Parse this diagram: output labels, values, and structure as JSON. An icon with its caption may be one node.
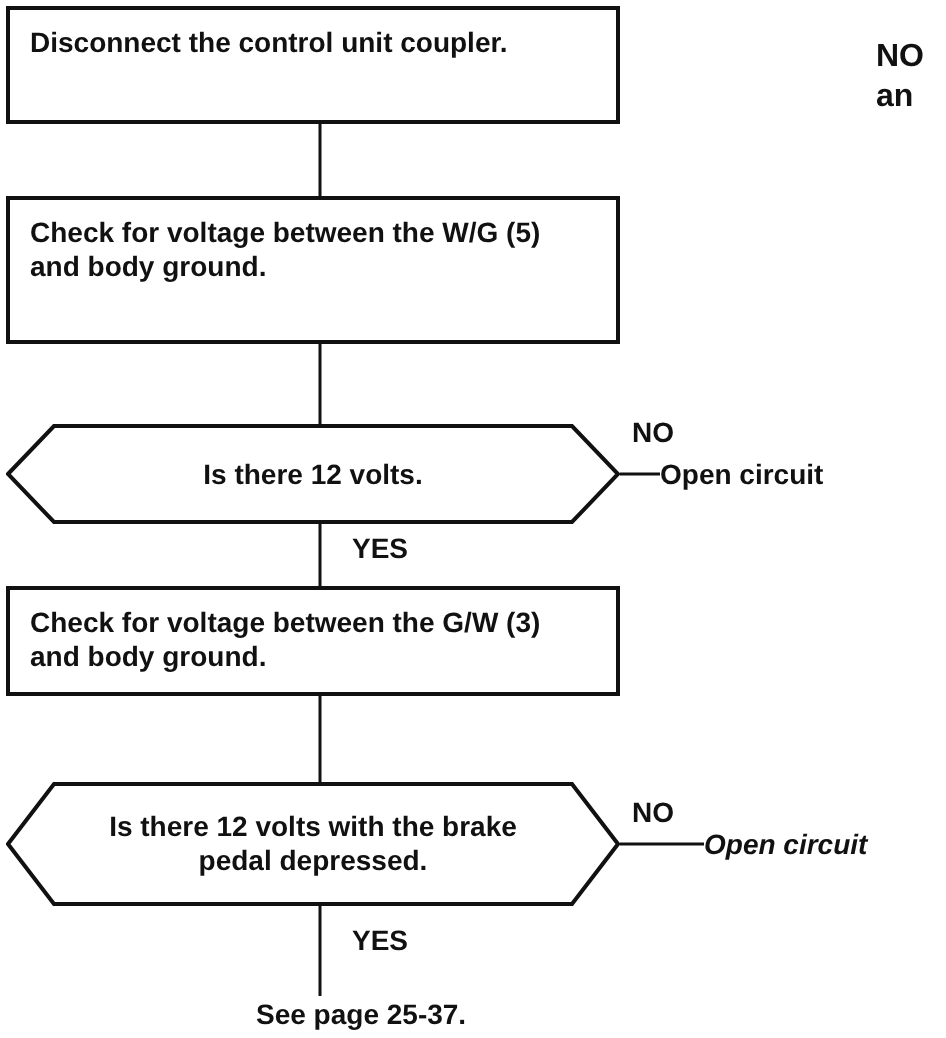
{
  "diagram": {
    "nodes": [
      {
        "text": [
          "Disconnect the control unit coupler."
        ]
      },
      {
        "text": [
          "Check for voltage between the W/G (5) and body ground."
        ]
      },
      {
        "text": [
          "Is there 12 volts."
        ]
      },
      {
        "text": [
          "Open circuit"
        ]
      },
      {
        "text": [
          "Check for voltage between the G/W (3) and body ground."
        ]
      },
      {
        "text": [
          "Is there 12 volts with the brake pedal depressed."
        ]
      },
      {
        "text": [
          "Open circuit"
        ]
      },
      {
        "text": [
          "See page 25-37."
        ]
      }
    ],
    "edges": [
      {
        "from": 0,
        "to": 1,
        "arrow": "none"
      },
      {
        "from": 1,
        "to": 2,
        "arrow": "none"
      },
      {
        "from": 2,
        "to": 3,
        "arrow": "none",
        "label": "NO"
      },
      {
        "from": 2,
        "to": 4,
        "arrow": "none",
        "label": "YES"
      },
      {
        "from": 4,
        "to": 5,
        "arrow": "none"
      },
      {
        "from": 5,
        "to": 6,
        "arrow": "none",
        "label": "NO"
      },
      {
        "from": 5,
        "to": 7,
        "arrow": "none",
        "label": "YES"
      }
    ],
    "labels": [
      "NO",
      "an"
    ]
  }
}
